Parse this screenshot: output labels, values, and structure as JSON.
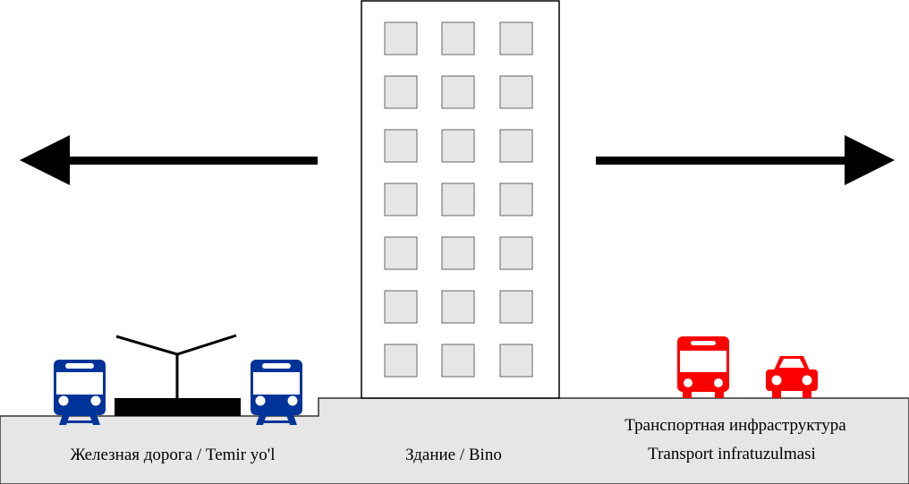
{
  "labels": {
    "railway": "Железная дорога / Temir yo'l",
    "building": "Здание / Bino",
    "transport_line1": "Транспортная инфраструктура",
    "transport_line2": "Transport infratuzulmasi"
  },
  "icons": {
    "train": "train-icon",
    "bus": "bus-icon",
    "car": "car-icon",
    "arrow_left": "arrow-left-icon",
    "arrow_right": "arrow-right-icon"
  },
  "colors": {
    "train": "#003399",
    "road_vehicles": "#ff0000",
    "ground": "#e6e6e6",
    "window": "#e6e6e6"
  }
}
